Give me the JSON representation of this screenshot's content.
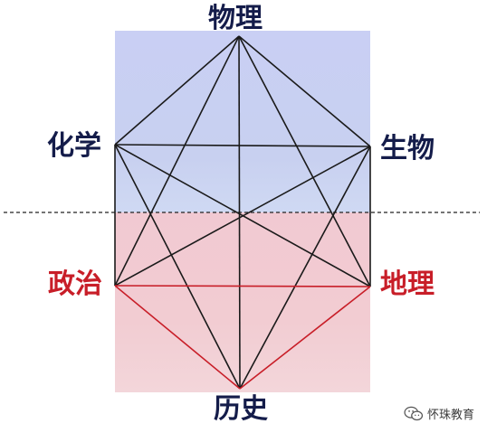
{
  "nodes": {
    "physics": "物理",
    "chemistry": "化学",
    "biology": "生物",
    "politics": "政治",
    "geography": "地理",
    "history": "历史"
  },
  "watermark": {
    "text": "怀珠教育",
    "icon": "wechat-icon"
  },
  "colors": {
    "top_panel": "#c9cff4",
    "bottom_panel": "#f1c9d2",
    "science_text": "#141c4a",
    "humanities_text": "#c81e28",
    "connector_line": "#1a1a1a",
    "humanities_line": "#c81e28"
  }
}
